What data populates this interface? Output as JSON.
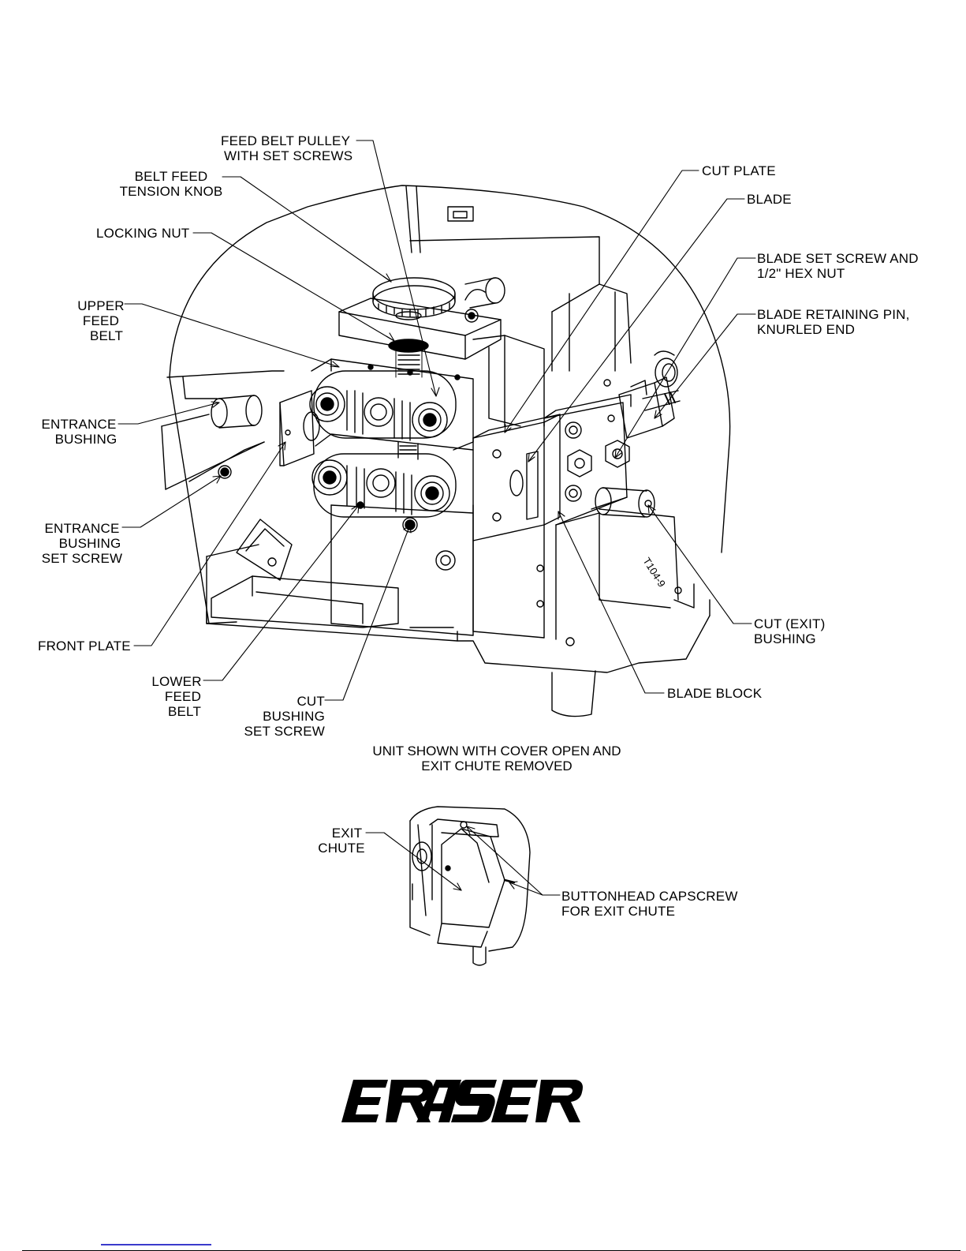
{
  "labels": {
    "feed_belt_pulley": [
      "FEED BELT PULLEY",
      "WITH SET SCREWS"
    ],
    "belt_feed_tension_knob": [
      "BELT FEED",
      "TENSION KNOB"
    ],
    "locking_nut": [
      "LOCKING NUT"
    ],
    "upper_feed_belt": [
      "UPPER",
      "FEED",
      "BELT"
    ],
    "entrance_bushing": [
      "ENTRANCE",
      "BUSHING"
    ],
    "entrance_bushing_set_screw": [
      "ENTRANCE",
      "BUSHING",
      "SET SCREW"
    ],
    "front_plate": [
      "FRONT PLATE"
    ],
    "lower_feed_belt": [
      "LOWER",
      "FEED",
      "BELT"
    ],
    "cut_bushing_set_screw": [
      "CUT",
      "BUSHING",
      "SET SCREW"
    ],
    "cut_plate": [
      "CUT PLATE"
    ],
    "blade": [
      "BLADE"
    ],
    "blade_set_screw": [
      "BLADE SET SCREW AND",
      "1/2\" HEX NUT"
    ],
    "blade_retaining_pin": [
      "BLADE RETAINING PIN,",
      "KNURLED END"
    ],
    "cut_exit_bushing": [
      "CUT (EXIT)",
      "BUSHING"
    ],
    "blade_block": [
      "BLADE BLOCK"
    ],
    "exit_chute": [
      "EXIT",
      "CHUTE"
    ],
    "buttonhead_capscrew": [
      "BUTTONHEAD CAPSCREW",
      "FOR EXIT CHUTE"
    ]
  },
  "caption": [
    "UNIT SHOWN WITH COVER OPEN AND",
    "EXIT CHUTE REMOVED"
  ],
  "part_number": "T104-9",
  "logo_text": "ERASER",
  "colors": {
    "ink": "#000000",
    "paper": "#ffffff",
    "link": "#3a3acc"
  }
}
